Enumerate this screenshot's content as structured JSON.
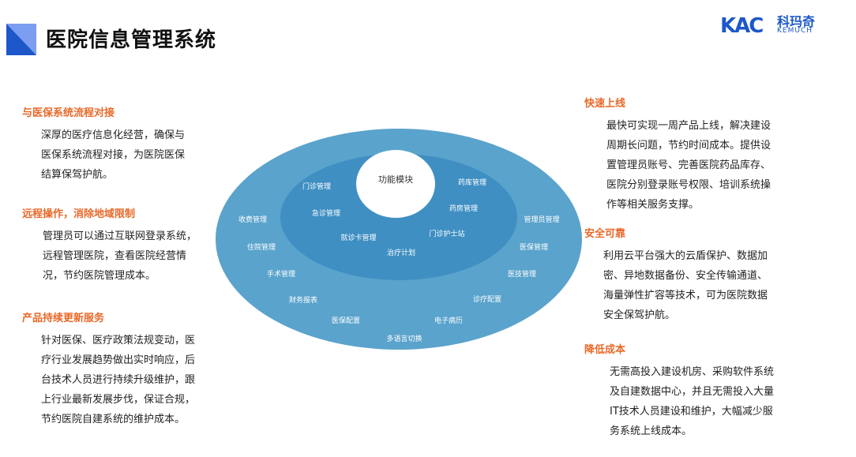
{
  "title": "医院信息管理系统",
  "logo": {
    "mark": "KAC",
    "cn": "科玛奇",
    "en": "KEMUCH"
  },
  "colors": {
    "accent": "#1d57c9",
    "orange": "#e8692a",
    "outer_ring": "#5aa3cc",
    "inner_ring": "#3f8fc3"
  },
  "left_blocks": [
    {
      "heading": "与医保系统流程对接",
      "lines": [
        "深厚的医疗信息化经营，确保与",
        "医保系统流程对接，为医院医保",
        "结算保驾护航。"
      ]
    },
    {
      "heading": "远程操作，消除地域限制",
      "lines": [
        "管理员可以通过互联网登录系统，",
        "远程管理医院，查看医院经营情",
        "况，节约医院管理成本。"
      ]
    },
    {
      "heading": "产品持续更新服务",
      "lines": [
        "针对医保、医疗政策法规变动，医",
        "疗行业发展趋势做出实时响应，后",
        "台技术人员进行持续升级维护，跟",
        "上行业最新发展步伐，保证合规，",
        "节约医院自建系统的维护成本。"
      ]
    }
  ],
  "right_blocks": [
    {
      "heading": "快速上线",
      "lines": [
        "最快可实现一周产品上线，解决建设",
        "周期长问题，节约时间成本。提供设",
        "置管理员账号、完善医院药品库存、",
        "医院分别登录账号权限、培训系统操",
        "作等相关服务支撑。"
      ]
    },
    {
      "heading": "安全可靠",
      "lines": [
        "利用云平台强大的云盾保护、数据加",
        "密、异地数据备份、安全传输通道、",
        "海量弹性扩容等技术，可为医院数据",
        "安全保驾护航。"
      ]
    },
    {
      "heading": "降低成本",
      "lines": [
        "无需高投入建设机房、采购软件系统",
        "及自建数据中心，并且无需投入大量",
        "IT技术人员建设和维护，大幅减少服",
        "务系统上线成本。"
      ]
    }
  ],
  "diagram": {
    "center": "功能模块",
    "inner": [
      "门诊管理",
      "药库管理",
      "急诊管理",
      "药房管理",
      "就诊卡管理",
      "门诊护士站",
      "治疗计划"
    ],
    "outer": [
      "收费管理",
      "管理员管理",
      "住院管理",
      "医保管理",
      "手术管理",
      "医技管理",
      "财务报表",
      "诊疗配置",
      "医保配置",
      "电子病历",
      "多语言切换"
    ]
  }
}
